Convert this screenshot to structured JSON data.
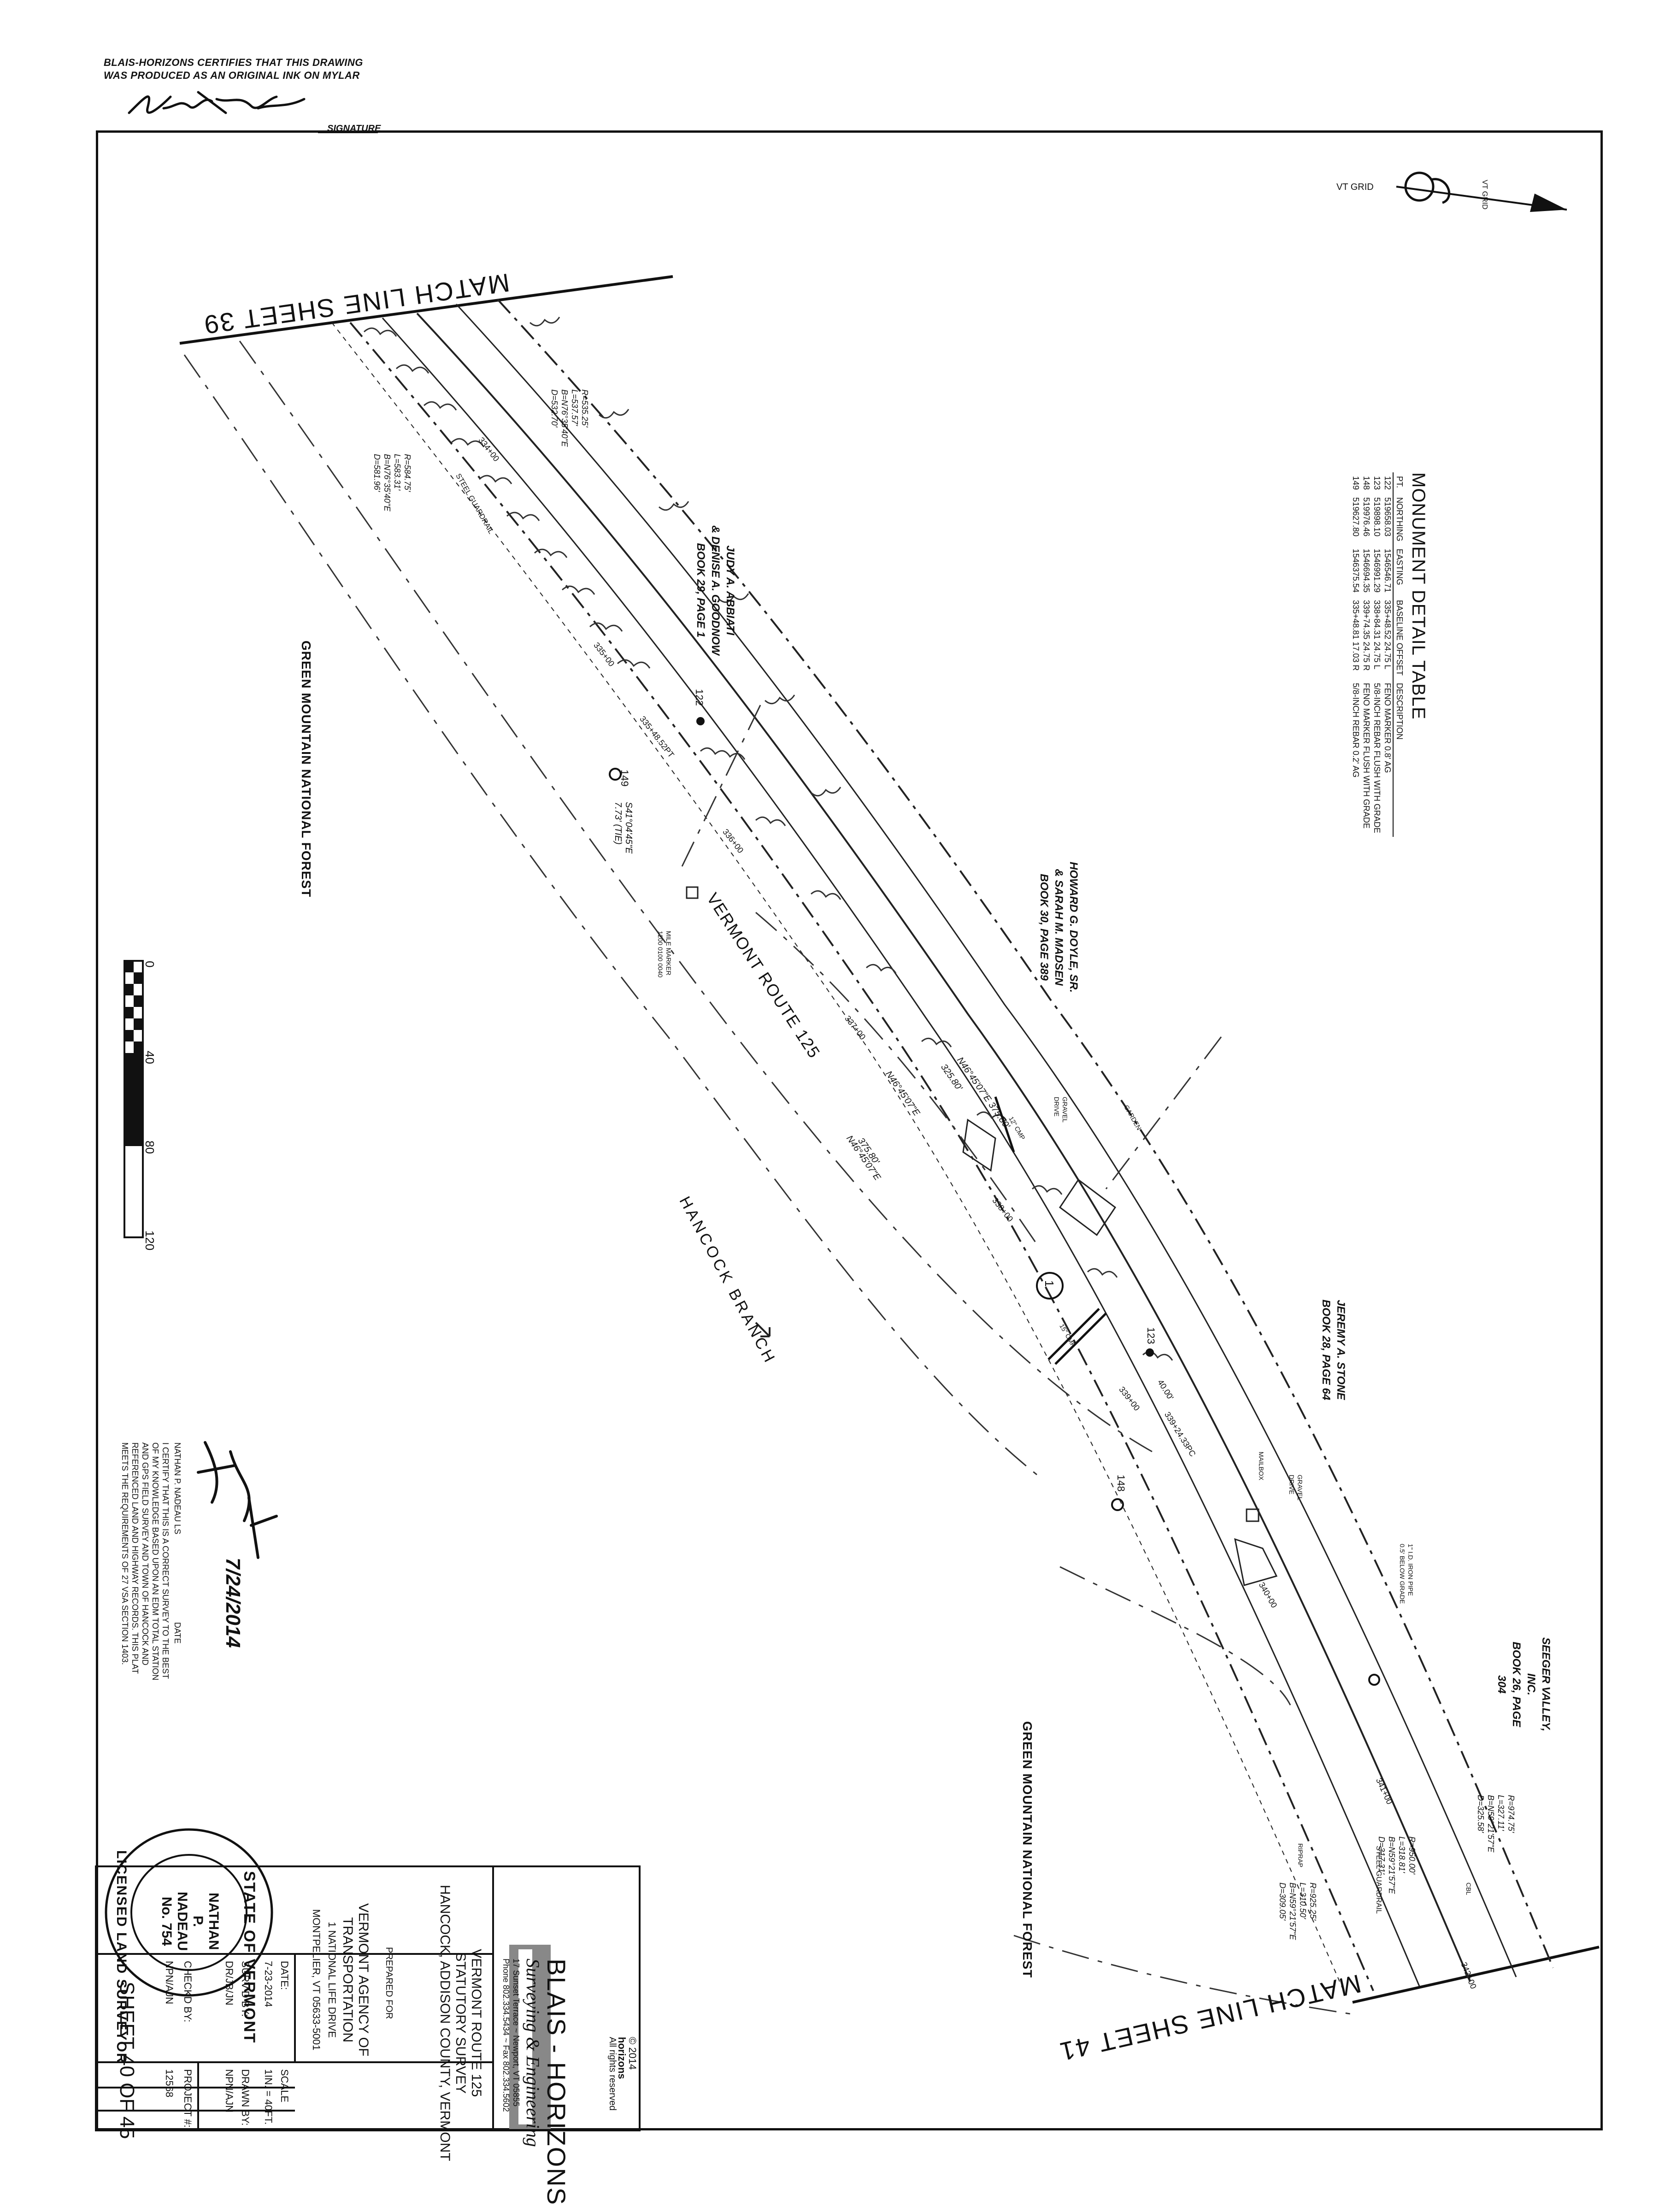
{
  "certification": {
    "line1": "BLAIS-HORIZONS CERTIFIES THAT THIS DRAWING",
    "line2": "WAS PRODUCED AS AN ORIGINAL INK ON MYLAR",
    "signature_label": "SIGNATURE"
  },
  "north_arrow_label": "VT GRID",
  "match_lines": {
    "top": "MATCH LINE SHEET 39",
    "bottom": "MATCH LINE SHEET 41"
  },
  "monument_table": {
    "title": "MONUMENT DETAIL TABLE",
    "headers": [
      "PT.",
      "NORTHING",
      "EASTING",
      "BASELINE OFFSET",
      "DESCRIPTION"
    ],
    "rows": [
      [
        "122",
        "519658.03",
        "1546546.71",
        "335+48.52 24.75 L",
        "FENO MARKER 0.8' AG"
      ],
      [
        "123",
        "519898.10",
        "1546991.29",
        "338+84.31 24.75 L",
        "5/8-INCH REBAR FLUSH WITH GRADE"
      ],
      [
        "148",
        "519976.46",
        "1546694.35",
        "339+74.35 24.75 R",
        "FENO MARKER FLUSH WITH GRADE"
      ],
      [
        "149",
        "519627.80",
        "1546375.54",
        "335+48.81 17.03 R",
        "5/8-INCH REBAR 0.2' AG"
      ]
    ]
  },
  "owners": {
    "abbiati": [
      "JUDY A. ABBIATI",
      "& DENISE A. GOODNOW",
      "BOOK 29, PAGE 1"
    ],
    "doyle": [
      "HOWARD G. DOYLE, SR.",
      "& SARAH M. MADSEN",
      "BOOK 30, PAGE 389"
    ],
    "stone": [
      "JEREMY A. STONE",
      "BOOK 28, PAGE 64"
    ],
    "seeger": [
      "SEEGER VALLEY, INC.",
      "BOOK 26, PAGE 304"
    ]
  },
  "curves": {
    "c1": [
      "R=535.25'",
      "L=537.57'",
      "B=N76°35'40\"E",
      "D=532.70'"
    ],
    "c2": [
      "R=584.75'",
      "L=583.31'",
      "B=N76°35'40\"E",
      "D=581.96'"
    ],
    "c3": [
      "R=974.75'",
      "L=327.11'",
      "B=N59°21'57\"E",
      "D=325.58'"
    ],
    "c4": [
      "R=950.00'",
      "L=318.81'",
      "B=N59°21'57\"E",
      "D=317.31'"
    ],
    "c5": [
      "R=925.25'",
      "L=310.50'",
      "B=N59°21'57\"E",
      "D=309.05'"
    ]
  },
  "bearings": {
    "b1": "N46°45'07\"E 375.80'",
    "b1_dist": "325.80'",
    "b2": "N46°45'07\"E",
    "b3": "375.80'",
    "b4": "N46°45'07\"E",
    "b5": "S41°04'45\"E",
    "b5_dist": "7.73' (TIE)"
  },
  "stations": [
    "334+00",
    "335+00",
    "336+00",
    "337+00",
    "338+00",
    "339+00",
    "340+00",
    "341+00",
    "342+00"
  ],
  "station_notes": {
    "pt": "335+48.52PT",
    "pc": "339+24.33PC",
    "dist_40": "40.00'"
  },
  "points": {
    "p122": "122",
    "p123": "123",
    "p148": "148",
    "p149": "149"
  },
  "parcel_number": "1",
  "features": {
    "route": "VERMONT ROUTE 125",
    "stream": "HANCOCK BRANCH",
    "forest_top": "GREEN MOUNTAIN NATIONAL FOREST",
    "forest_bottom": "GREEN MOUNTAIN NATIONAL FOREST",
    "guardrail1": "STEEL GUARDRAIL",
    "guardrail2": "STEEL GUARDRAIL",
    "mile_marker": [
      "MILE MARKER",
      "1200 0100 0040"
    ],
    "gravel_drive1": [
      "GRAVEL",
      "DRIVE"
    ],
    "gravel_drive2": [
      "GRAVEL",
      "DRIVE"
    ],
    "garden": "GARDEN",
    "mailbox": "MAILBOX",
    "iron_pipe": [
      "1\" I.D. IRON PIPE",
      "0.5' BELOW GRADE"
    ],
    "cmp1": "12\" CMP",
    "cmp2": "15\" CMP",
    "riprap": "RIPRAP",
    "cbl": "CBL"
  },
  "scale_bar": {
    "labels": [
      "0",
      "40",
      "80",
      "120"
    ]
  },
  "surveyor_cert": {
    "date_label": "DATE",
    "date_signed": "7/24/2014",
    "name": "NATHAN P. NADEAU LS",
    "text": [
      "I CERTIFY THAT THIS IS A CORRECT SURVEY TO THE BEST",
      "OF MY KNOWLEDGE BASED UPON AN EDM TOTAL STATION",
      "AND GPS FIELD SURVEY AND TOWN OF HANCOCK AND",
      "REFERENCED LAND AND HIGHWAY RECORDS. THIS PLAT",
      "MEETS THE REQUIREMENTS OF 27 VSA SECTION 1403."
    ]
  },
  "seal": {
    "top": "STATE OF VERMONT",
    "bottom": "LICENSED LAND SURVEYOR",
    "name1": "NATHAN",
    "name2": "P.",
    "name3": "NADEAU",
    "number": "No. 754"
  },
  "title_block": {
    "company": "BLAIS - HORIZONS",
    "tagline": "Surveying & Engineering",
    "address": "17 Sunset Terrace ~ Newport, VT 05855",
    "phone": "Phone 802.334.5434 ~ Fax 802.334.5602",
    "copyright": "© 2014",
    "brand": "horizons",
    "rights": "All rights reserved",
    "project_title": [
      "VERMONT ROUTE 125",
      "STATUTORY SURVEY",
      "HANCOCK, ADDISON COUNTY, VERMONT"
    ],
    "prepared_for": "PREPARED FOR",
    "client": [
      "VERMONT AGENCY OF",
      "TRANSPORTATION",
      "1 NATIONAL LIFE DRIVE",
      "MONTPELIER, VT 05633-5001"
    ],
    "date_label": "DATE:",
    "date": "7-23-2014",
    "scale_label": "SCALE",
    "scale": "1IN. = 40FT.",
    "survd_label": "SURV'D BY:",
    "survd": "DR/JB/JN",
    "drawn_label": "DRAWN BY:",
    "drawn": "NPN/AJN",
    "checked_label": "CHECKD BY:",
    "checked": "NPN/AJN",
    "project_label": "PROJECT #:",
    "project": "12568",
    "sheet": "SHEET 40 OF 45"
  }
}
